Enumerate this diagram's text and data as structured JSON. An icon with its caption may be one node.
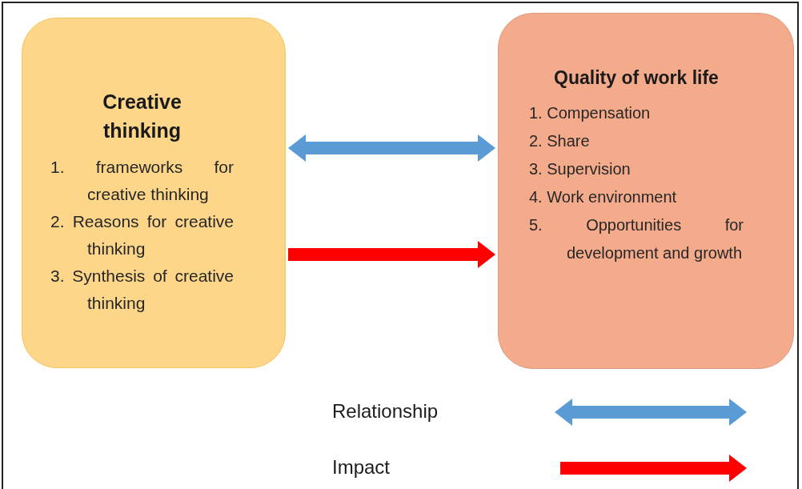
{
  "diagram": {
    "nodes": [
      {
        "text": [
          "Creative thinking",
          "1. frameworks for creative thinking",
          "2. Reasons for creative thinking",
          "3. Synthesis of creative thinking"
        ]
      },
      {
        "text": [
          "Quality of work life",
          "1. Compensation",
          "2. Share",
          "3. Supervision",
          "4. Work environment",
          "5. Opportunities for development and growth"
        ]
      }
    ],
    "edges": [
      {
        "from": 0,
        "to": 1,
        "arrow": "both",
        "color": "#5b9bd5"
      },
      {
        "from": 0,
        "to": 1,
        "arrow": "to",
        "color": "#ff0000"
      }
    ],
    "legend": [
      {
        "text": "Relationship"
      },
      {
        "text": "Impact"
      }
    ]
  }
}
